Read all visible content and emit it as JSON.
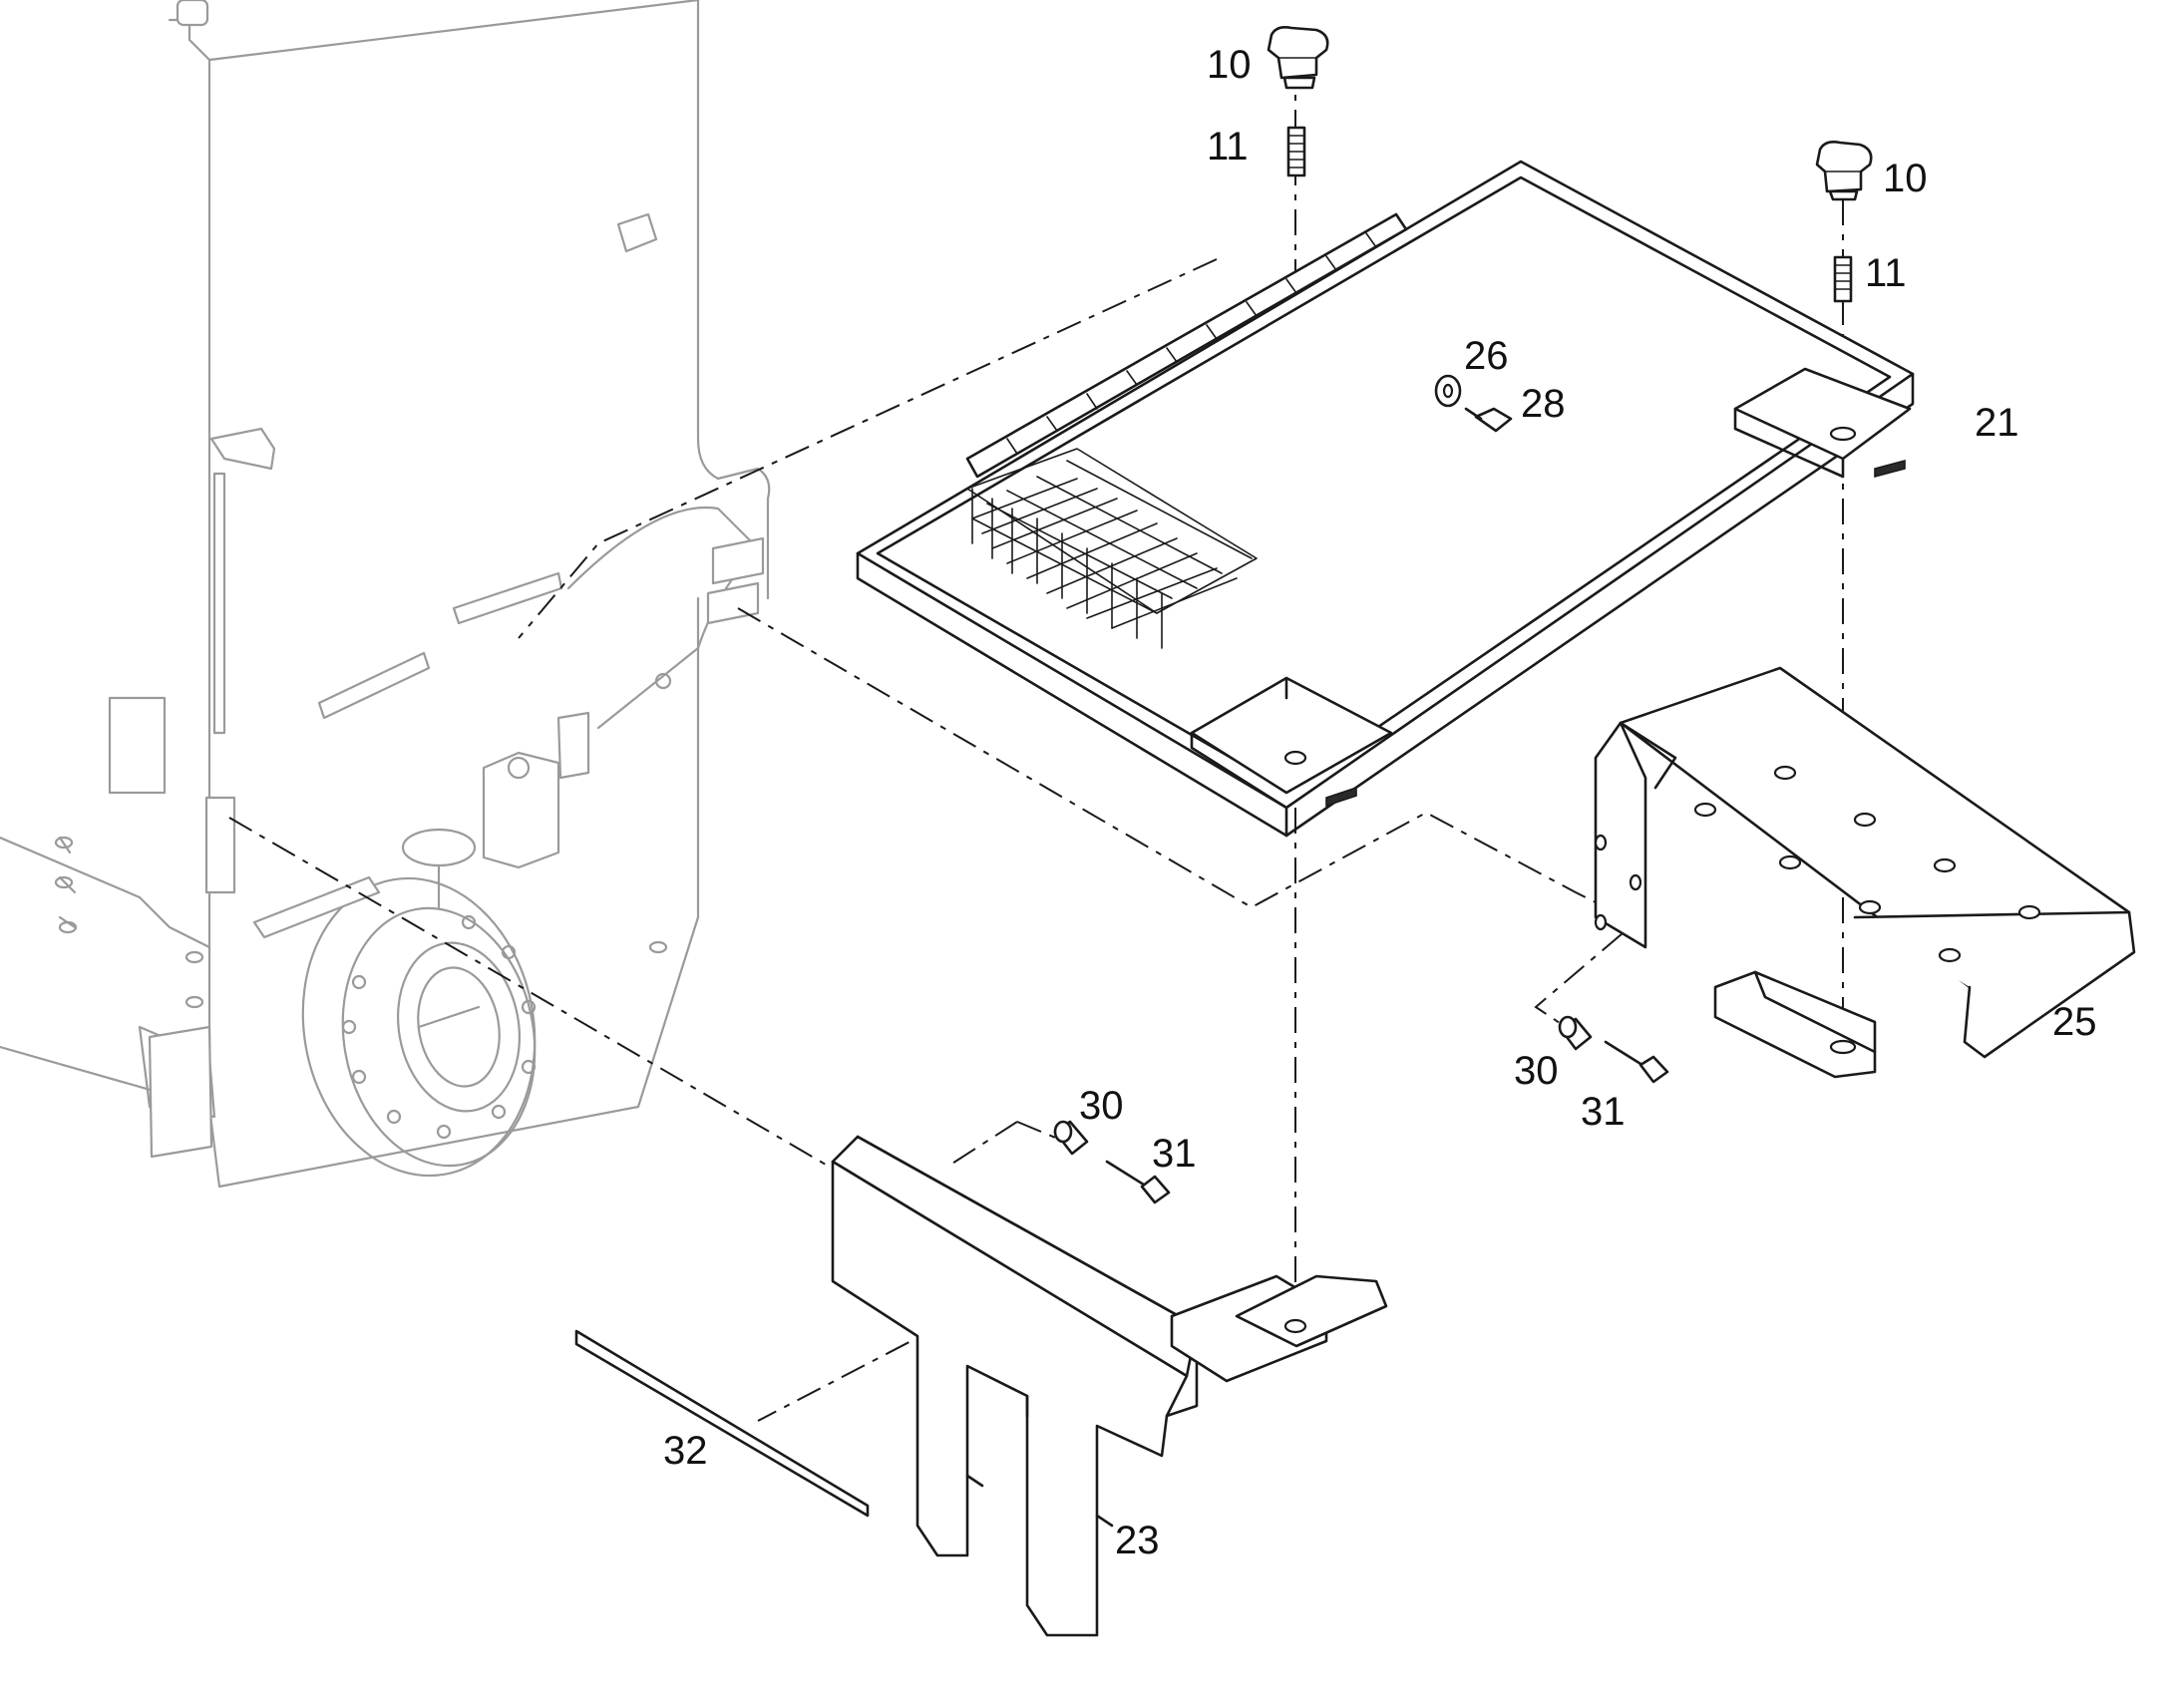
{
  "callouts": {
    "c10a": "10",
    "c11a": "11",
    "c10b": "10",
    "c11b": "11",
    "c26": "26",
    "c28": "28",
    "c21": "21",
    "c25": "25",
    "c30a": "30",
    "c31a": "31",
    "c30b": "30",
    "c31b": "31",
    "c32": "32",
    "c23": "23"
  },
  "colors": {
    "line": "#1a1a1a",
    "ghost_line": "#9a9a9a",
    "background": "#ffffff"
  }
}
